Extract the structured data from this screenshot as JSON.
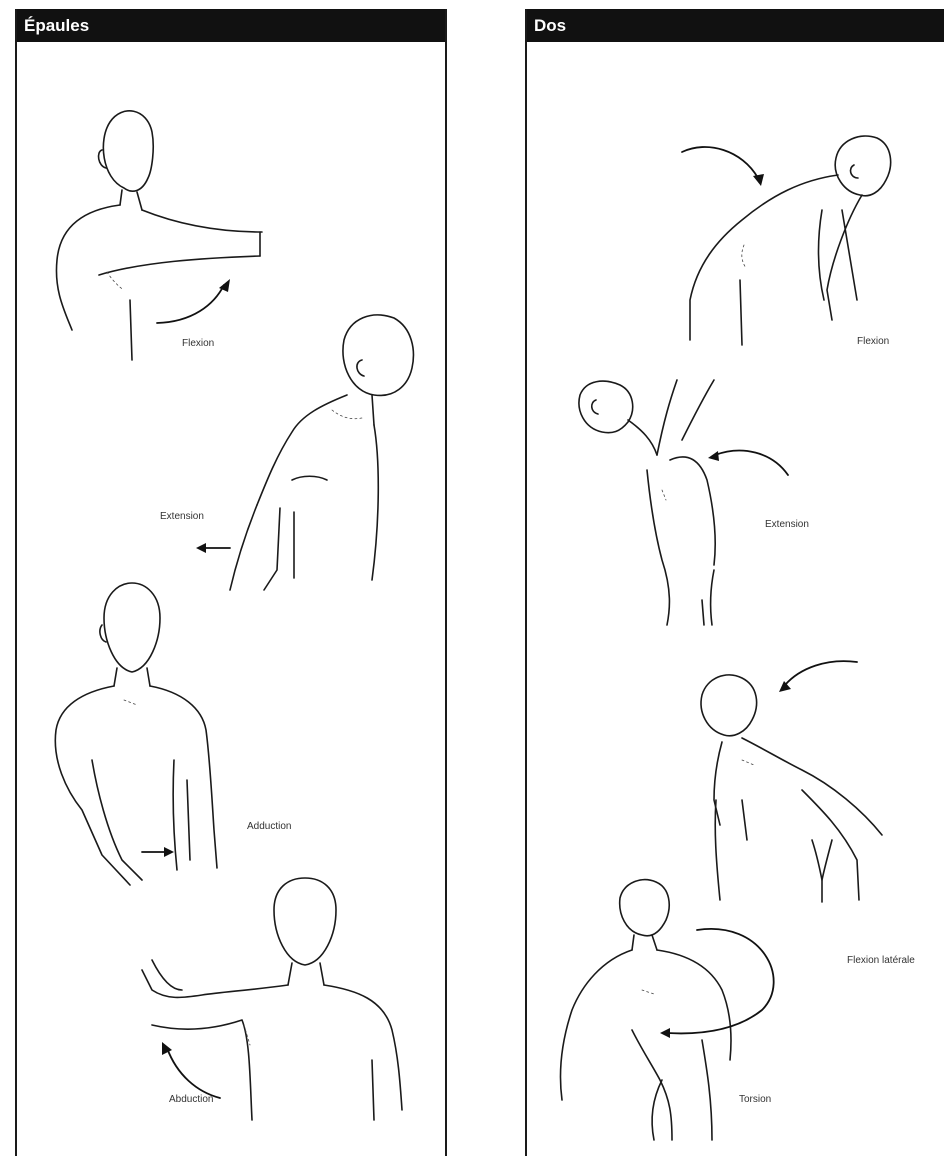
{
  "sections": [
    {
      "title": "Épaules",
      "movements": [
        {
          "label": "Flexion",
          "icon": "shoulder-flexion-figure"
        },
        {
          "label": "Extension",
          "icon": "shoulder-extension-figure"
        },
        {
          "label": "Adduction",
          "icon": "shoulder-adduction-figure"
        },
        {
          "label": "Abduction",
          "icon": "shoulder-abduction-figure"
        }
      ]
    },
    {
      "title": "Dos",
      "movements": [
        {
          "label": "Flexion",
          "icon": "back-flexion-figure"
        },
        {
          "label": "Extension",
          "icon": "back-extension-figure"
        },
        {
          "label": "Flexion latérale",
          "icon": "back-lateral-flexion-figure"
        },
        {
          "label": "Torsion",
          "icon": "back-torsion-figure"
        }
      ]
    }
  ],
  "colors": {
    "header_bg": "#111111",
    "header_text": "#ffffff",
    "ink": "#1a1a1a"
  }
}
